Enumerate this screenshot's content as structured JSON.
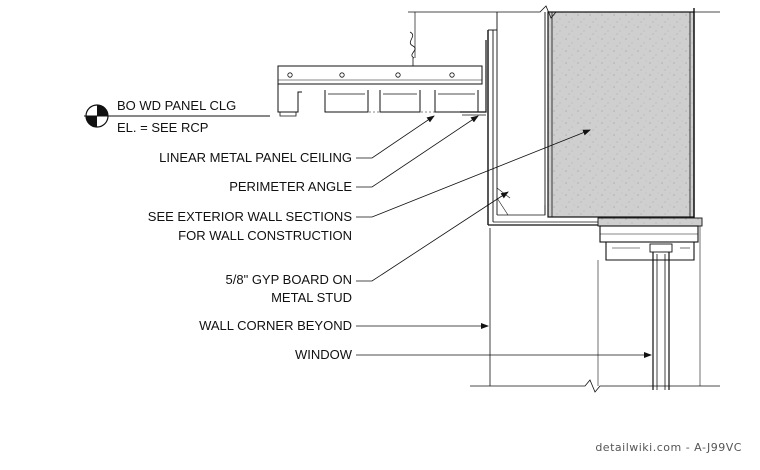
{
  "elevation_marker": {
    "title": "BO WD PANEL CLG",
    "subtitle": "EL. = SEE RCP"
  },
  "callouts": {
    "linear_metal_panel_ceiling": "LINEAR METAL PANEL CEILING",
    "perimeter_angle": "PERIMETER ANGLE",
    "exterior_wall_line1": "SEE EXTERIOR WALL SECTIONS",
    "exterior_wall_line2": "FOR WALL CONSTRUCTION",
    "gyp_board_line1": "5/8\" GYP BOARD ON",
    "gyp_board_line2": "METAL STUD",
    "wall_corner_beyond": "WALL CORNER BEYOND",
    "window": "WINDOW"
  },
  "watermark": "detailwiki.com - A-J99VC",
  "colors": {
    "wall_fill": "#cfcfcf",
    "line": "#111111"
  }
}
